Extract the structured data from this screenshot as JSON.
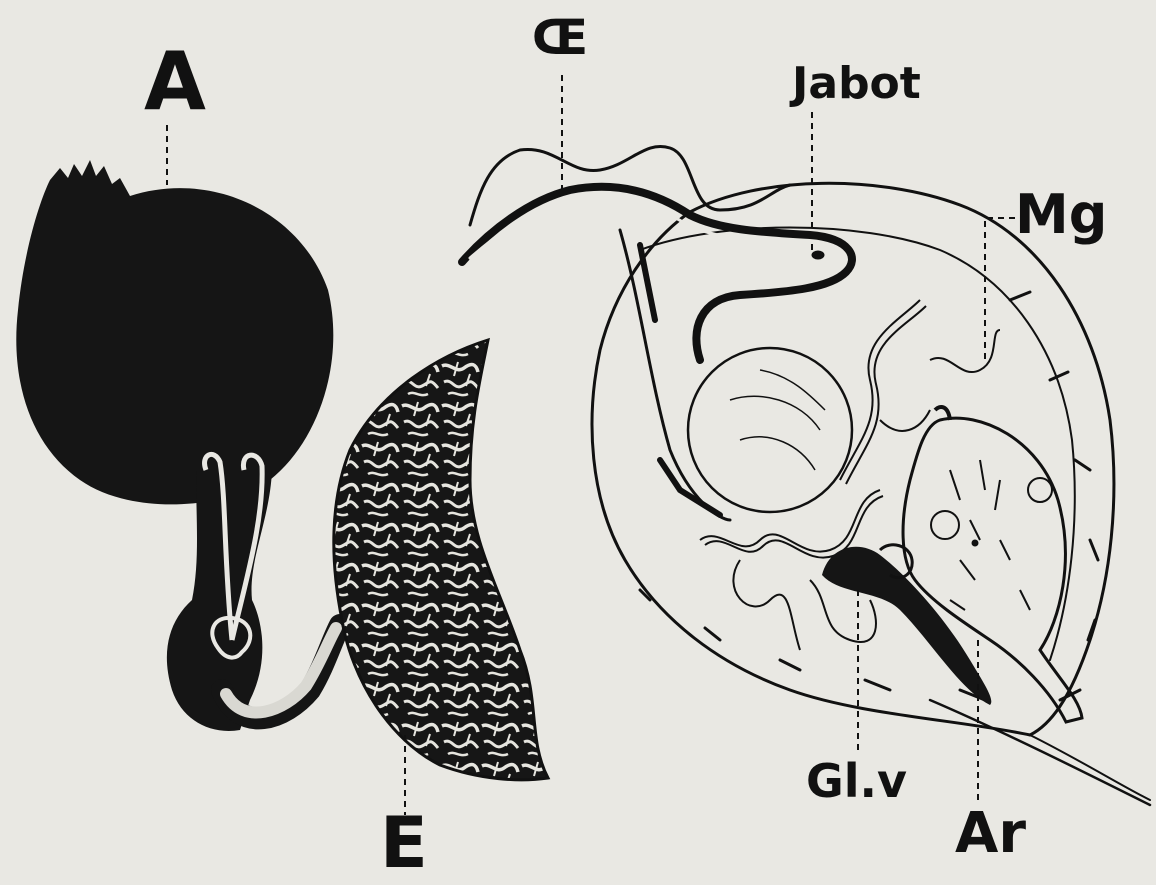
{
  "figure": {
    "colors": {
      "paper": "#e9e8e3",
      "ink": "#111111"
    },
    "labels": {
      "A": "A",
      "Oe": "Œ",
      "Jabot": "Jabot",
      "Mg": "Mg",
      "E": "E",
      "Glv": "Gl.v",
      "Ar": "Ar"
    }
  }
}
